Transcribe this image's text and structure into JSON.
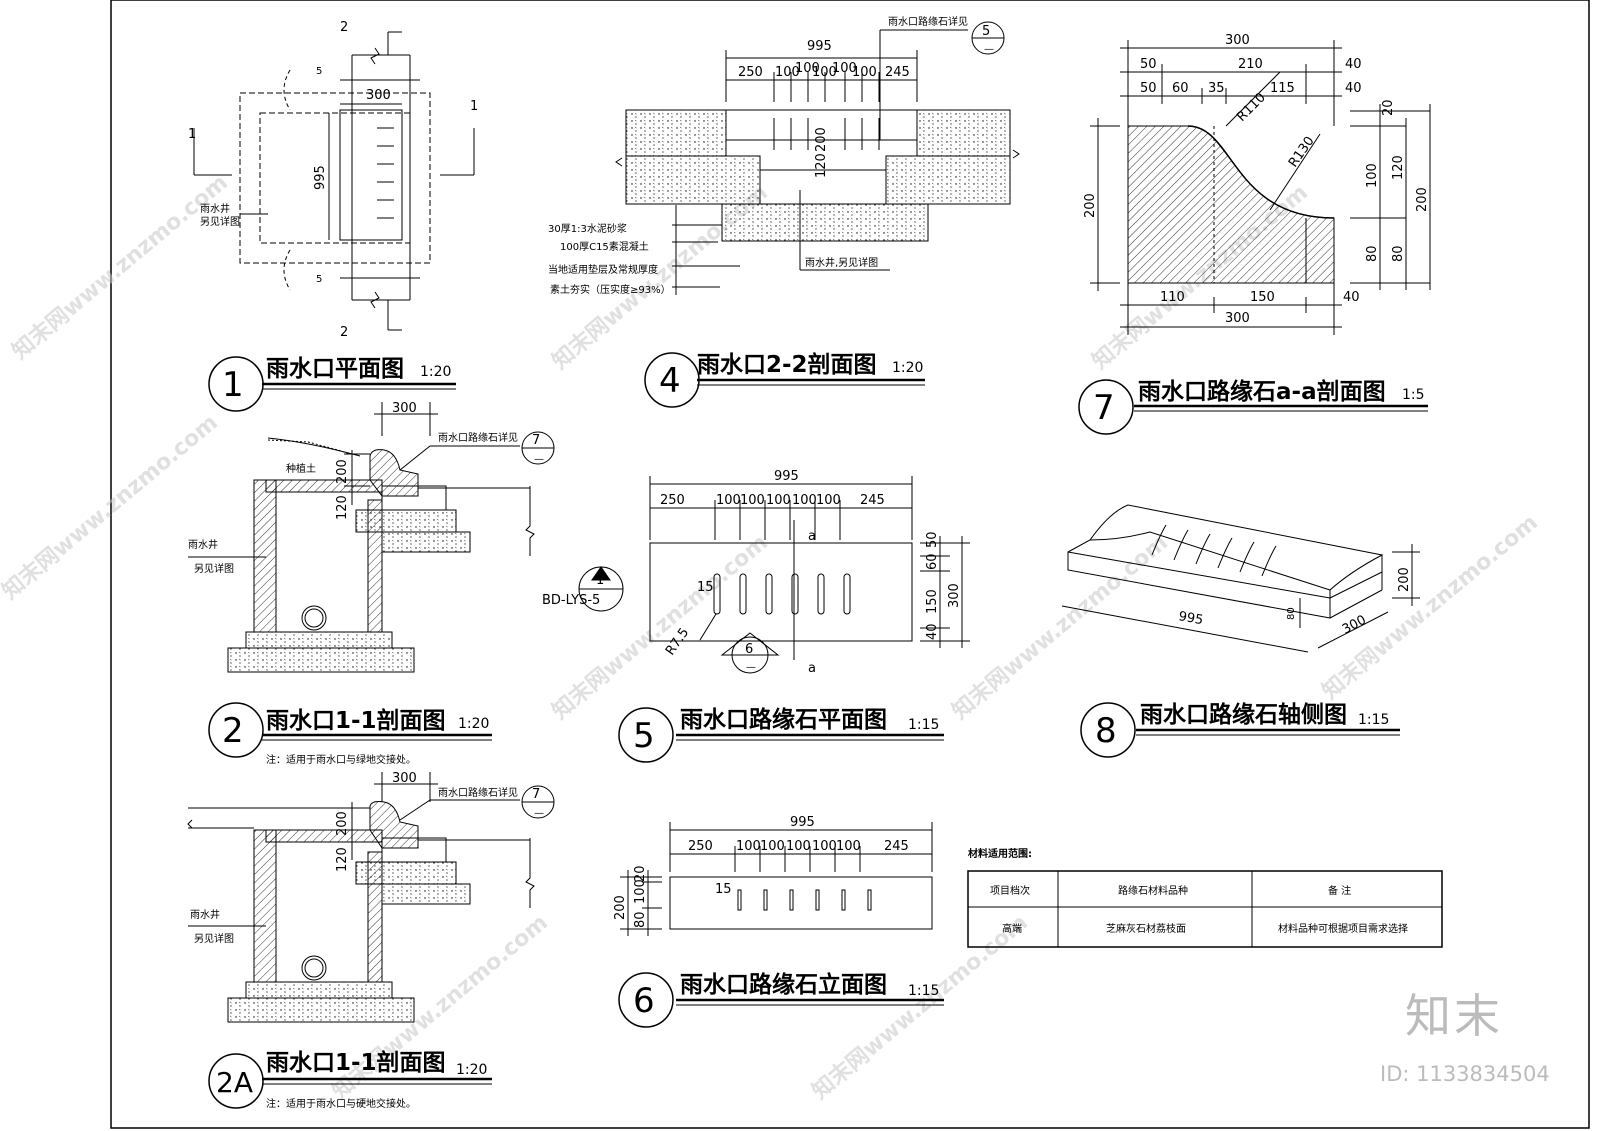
{
  "details": [
    {
      "num": "1",
      "title": "雨水口平面图",
      "scale": "1:20"
    },
    {
      "num": "4",
      "title": "雨水口2-2剖面图",
      "scale": "1:20"
    },
    {
      "num": "7",
      "title": "雨水口路缘石a-a剖面图",
      "scale": "1:5"
    },
    {
      "num": "2",
      "title": "雨水口1-1剖面图",
      "scale": "1:20",
      "note": "注：适用于雨水口与绿地交接处。"
    },
    {
      "num": "5",
      "title": "雨水口路缘石平面图",
      "scale": "1:15"
    },
    {
      "num": "8",
      "title": "雨水口路缘石轴侧图",
      "scale": "1:15"
    },
    {
      "num": "2A",
      "title": "雨水口1-1剖面图",
      "scale": "1:20",
      "note": "注：适用于雨水口与硬地交接处。"
    },
    {
      "num": "6",
      "title": "雨水口路缘石立面图",
      "scale": "1:15"
    }
  ],
  "plan": {
    "sec_mark": "2",
    "sec_side": "1",
    "dim_300": "300",
    "dim_995": "995",
    "dim_5": "5",
    "well_a": "雨水井",
    "well_b": "另见详图"
  },
  "sec22": {
    "ref_text": "雨水口路缘石详见",
    "ref_num": "5",
    "ref_sub": "—",
    "dim_total": "995",
    "dims": [
      "250",
      "100",
      "100",
      "100",
      "100",
      "100",
      "245"
    ],
    "dim_200": "200",
    "dim_120": "120",
    "layers": [
      "30厚1:3水泥砂浆",
      "100厚C15素混凝土",
      "当地适用垫层及常规厚度",
      "素土夯实（压实度≥93%）"
    ],
    "well": "雨水井,另见详图"
  },
  "curb_sec": {
    "top": "300",
    "row1": [
      "50",
      "210",
      "40"
    ],
    "row2": [
      "50",
      "60",
      "35",
      "115",
      "40"
    ],
    "r1": "R110",
    "r2": "R130",
    "left": "200",
    "right_a": [
      "20",
      "100",
      "80"
    ],
    "right_b": [
      "120",
      "80"
    ],
    "right_c": "200",
    "bottom": [
      "110",
      "150",
      "40"
    ],
    "bottom_total": "300"
  },
  "s11": {
    "dim_300": "300",
    "ref_text": "雨水口路缘石详见",
    "ref_num": "7",
    "ref_sub": "—",
    "soil": "种植土",
    "dim_200": "200",
    "dim_120": "120",
    "well_a": "雨水井",
    "well_b": "另见详图"
  },
  "curb_plan": {
    "total": "995",
    "dims": [
      "250",
      "100",
      "100",
      "100",
      "100",
      "100",
      "245"
    ],
    "right": [
      "50",
      "60",
      "150",
      "40"
    ],
    "right_total": "300",
    "d15": "15",
    "r75": "R7.5",
    "cut": "a",
    "ref_top": "1",
    "ref_code": "BD-LYS-5",
    "ref6": "6",
    "ref6_sub": "—"
  },
  "axo": {
    "len": "995",
    "w": "300",
    "h": "200",
    "d80": "80"
  },
  "elev": {
    "total": "995",
    "dims": [
      "250",
      "100",
      "100",
      "100",
      "100",
      "100",
      "245"
    ],
    "left": [
      "200",
      "80",
      "100",
      "20"
    ],
    "d15": "15"
  },
  "table": {
    "caption": "材料适用范围:",
    "headers": [
      "项目档次",
      "路缘石材料品种",
      "备  注"
    ],
    "row": [
      "高端",
      "芝麻灰石材荔枝面",
      "材料品种可根据项目需求选择"
    ]
  },
  "watermark": {
    "brand": "知末",
    "id": "ID: 1133834504",
    "diag": "知末网www.znzmo.com"
  }
}
